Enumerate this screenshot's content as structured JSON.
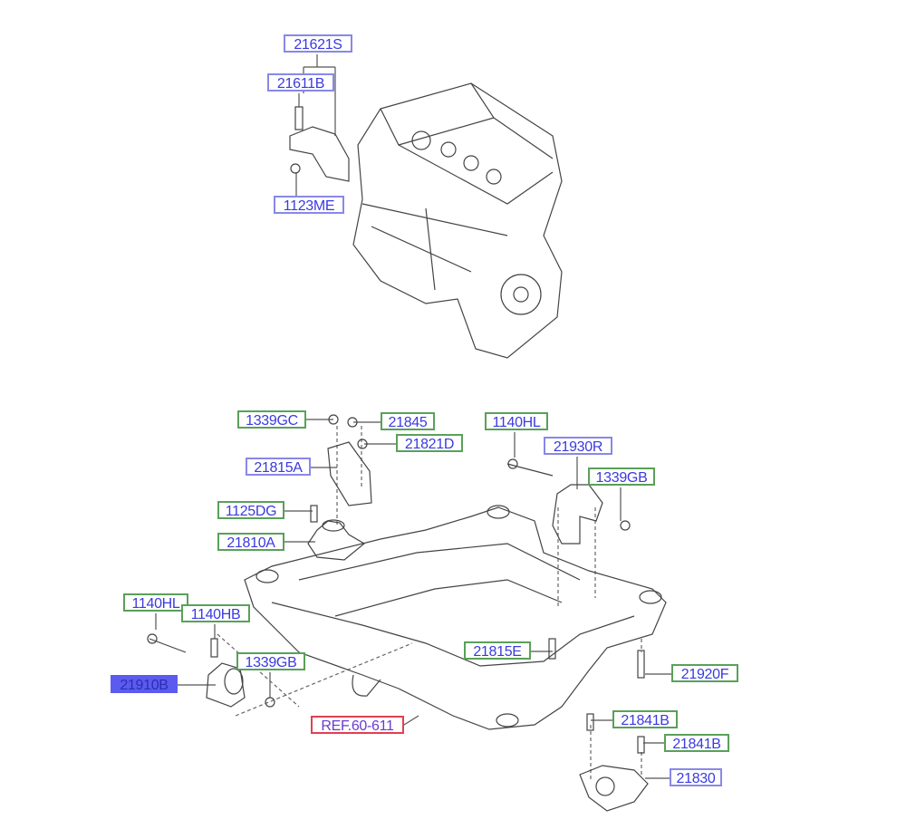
{
  "labels": {
    "p21621S": "21621S",
    "p21611B": "21611B",
    "p1123ME": "1123ME",
    "p1339GC": "1339GC",
    "p21845": "21845",
    "p21821D": "21821D",
    "p21815A": "21815A",
    "p1140HL_right": "1140HL",
    "p21930R": "21930R",
    "p1339GB_right": "1339GB",
    "p1125DG": "1125DG",
    "p21810A": "21810A",
    "p1140HL_left": "1140HL",
    "p1140HB": "1140HB",
    "p1339GB_left": "1339GB",
    "p21910B": "21910B",
    "ref": "REF.60-611",
    "p21815E": "21815E",
    "p21920F": "21920F",
    "p21841B_a": "21841B",
    "p21841B_b": "21841B",
    "p21830": "21830"
  },
  "colors": {
    "label_text": "#3a3ae0",
    "green_border": "#5aa05a",
    "blue_border": "#8888e8",
    "selected_fill": "#5b5bf0",
    "ref_border": "#e04050"
  }
}
